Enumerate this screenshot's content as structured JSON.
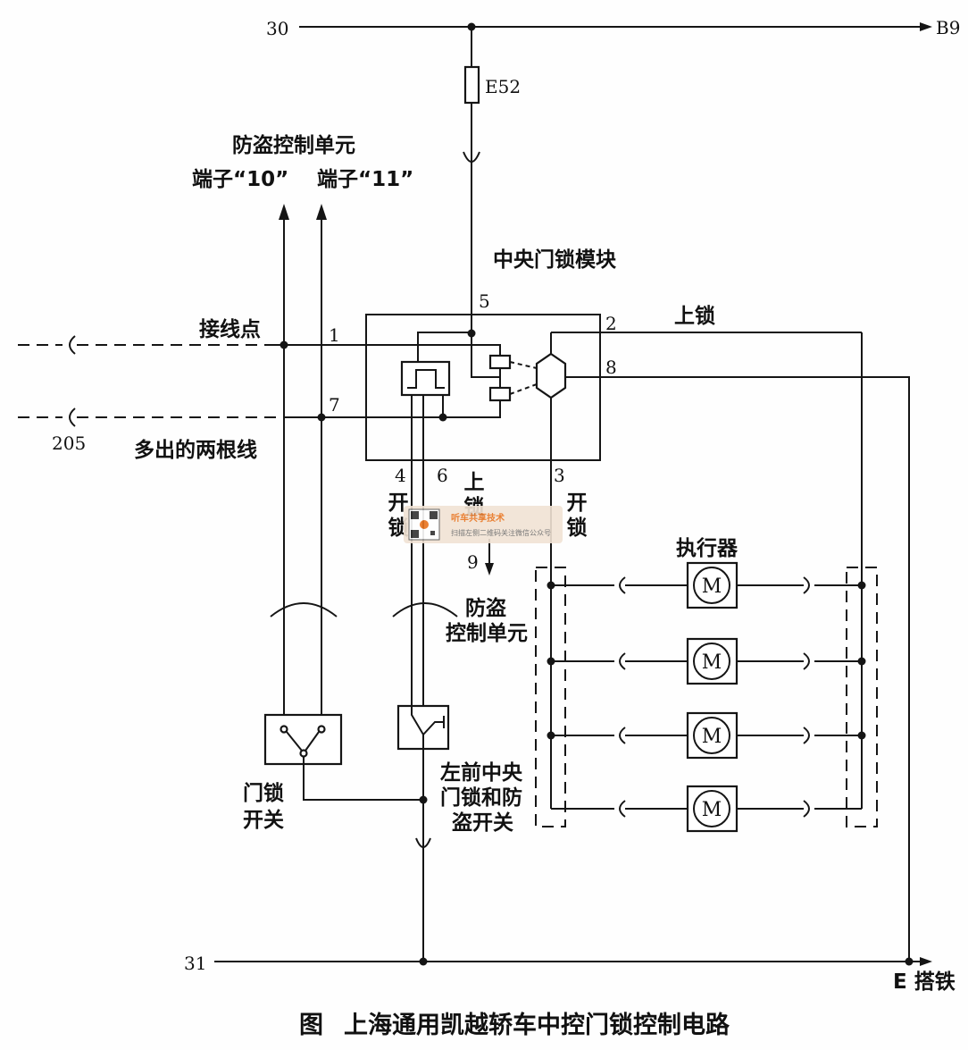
{
  "terminals": {
    "t30": "30",
    "b9": "B9",
    "t31": "31",
    "ground": "E 搭铁"
  },
  "fuse": "E52",
  "anti_theft_top": {
    "title": "防盗控制单元",
    "terminal_10": "端子“10”",
    "terminal_11": "端子“11”"
  },
  "module": {
    "title": "中央门锁模块",
    "pins": {
      "p1": "1",
      "p2": "2",
      "p3": "3",
      "p4": "4",
      "p5": "5",
      "p6": "6",
      "p7": "7",
      "p8": "8"
    }
  },
  "labels": {
    "lock_top": "上锁",
    "junction": "接线点",
    "wire_205": "205",
    "extra_wires": "多出的两根线",
    "unlock_left": "开锁",
    "lock_mid": "上锁",
    "unlock_right": "开锁",
    "pin9": "9",
    "anti_theft_bottom": [
      "防盗",
      "控制单元"
    ],
    "door_switch": [
      "门锁",
      "开关"
    ],
    "front_left_switch": [
      "左前中央",
      "门锁和防",
      "盗开关"
    ]
  },
  "actuators": {
    "title": "执行器",
    "motors": [
      "M",
      "M",
      "M",
      "M"
    ]
  },
  "watermark": {
    "name": "听车共享技术",
    "hint": "扫描左侧二维码关注微信公众号"
  },
  "caption": {
    "prefix": "图",
    "title": "上海通用凯越轿车中控门锁控制电路"
  },
  "colors": {
    "line": "#151515",
    "background": "#fefefe",
    "watermark_accent": "#e8731e"
  }
}
